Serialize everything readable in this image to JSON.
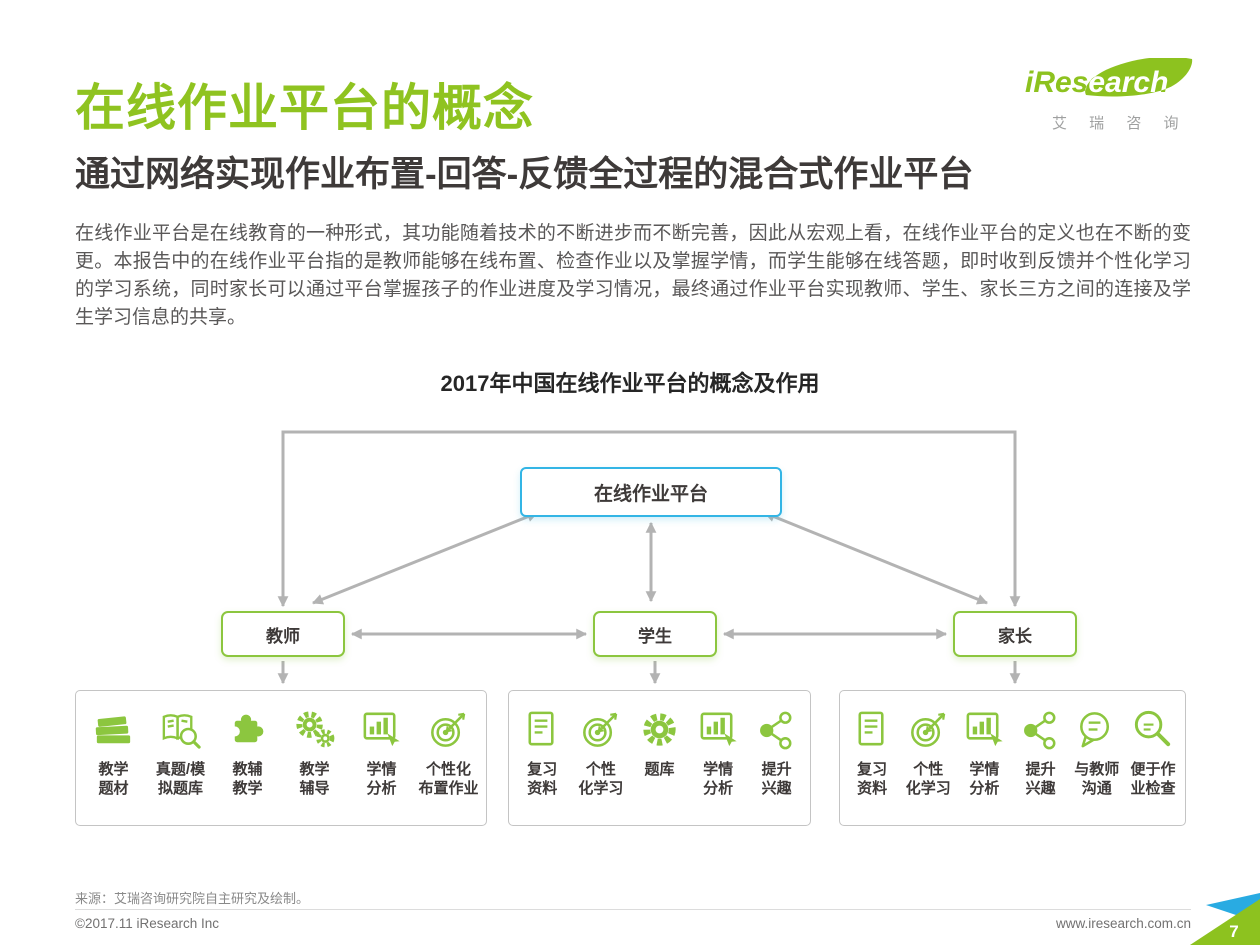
{
  "colors": {
    "brand_green": "#8fc320",
    "icon_green": "#8cc63f",
    "platform_cyan": "#33b5e5",
    "arrow_gray": "#b3b3b3",
    "corner_blue": "#29abe2"
  },
  "logo": {
    "brand": "iResearch",
    "brand_cn": "艾 瑞 咨 询"
  },
  "page": {
    "title": "在线作业平台的概念",
    "subtitle": "通过网络实现作业布置-回答-反馈全过程的混合式作业平台",
    "intro": "在线作业平台是在线教育的一种形式，其功能随着技术的不断进步而不断完善，因此从宏观上看，在线作业平台的定义也在不断的变更。本报告中的在线作业平台指的是教师能够在线布置、检查作业以及掌握学情，而学生能够在线答题，即时收到反馈并个性化学习的学习系统，同时家长可以通过平台掌握孩子的作业进度及学习情况，最终通过作业平台实现教师、学生、家长三方之间的连接及学生学习信息的共享。"
  },
  "diagram": {
    "title": "2017年中国在线作业平台的概念及作用",
    "platform_label": "在线作业平台",
    "roles": {
      "teacher": "教师",
      "student": "学生",
      "parent": "家长"
    },
    "teacher_items": [
      {
        "icon": "books-icon",
        "label": "教学\n题材"
      },
      {
        "icon": "exam-bank-icon",
        "label": "真题/模\n拟题库"
      },
      {
        "icon": "puzzle-icon",
        "label": "教辅\n教学"
      },
      {
        "icon": "gears-icon",
        "label": "教学\n辅导"
      },
      {
        "icon": "learning-analysis-icon",
        "label": "学情\n分析"
      },
      {
        "icon": "target-icon",
        "label": "个性化\n布置作业"
      }
    ],
    "student_items": [
      {
        "icon": "document-icon",
        "label": "复习\n资料"
      },
      {
        "icon": "target-icon",
        "label": "个性\n化学习"
      },
      {
        "icon": "gear-icon",
        "label": "题库"
      },
      {
        "icon": "learning-analysis-icon",
        "label": "学情\n分析"
      },
      {
        "icon": "share-icon",
        "label": "提升\n兴趣"
      }
    ],
    "parent_items": [
      {
        "icon": "document-icon",
        "label": "复习\n资料"
      },
      {
        "icon": "target-icon",
        "label": "个性\n化学习"
      },
      {
        "icon": "learning-analysis-icon",
        "label": "学情\n分析"
      },
      {
        "icon": "share-icon",
        "label": "提升\n兴趣"
      },
      {
        "icon": "chat-icon",
        "label": "与教师\n沟通"
      },
      {
        "icon": "homework-check-icon",
        "label": "便于作\n业检查"
      }
    ]
  },
  "footer": {
    "source": "来源：艾瑞咨询研究院自主研究及绘制。",
    "copyright": "©2017.11 iResearch Inc",
    "website": "www.iresearch.com.cn",
    "page_number": "7"
  }
}
